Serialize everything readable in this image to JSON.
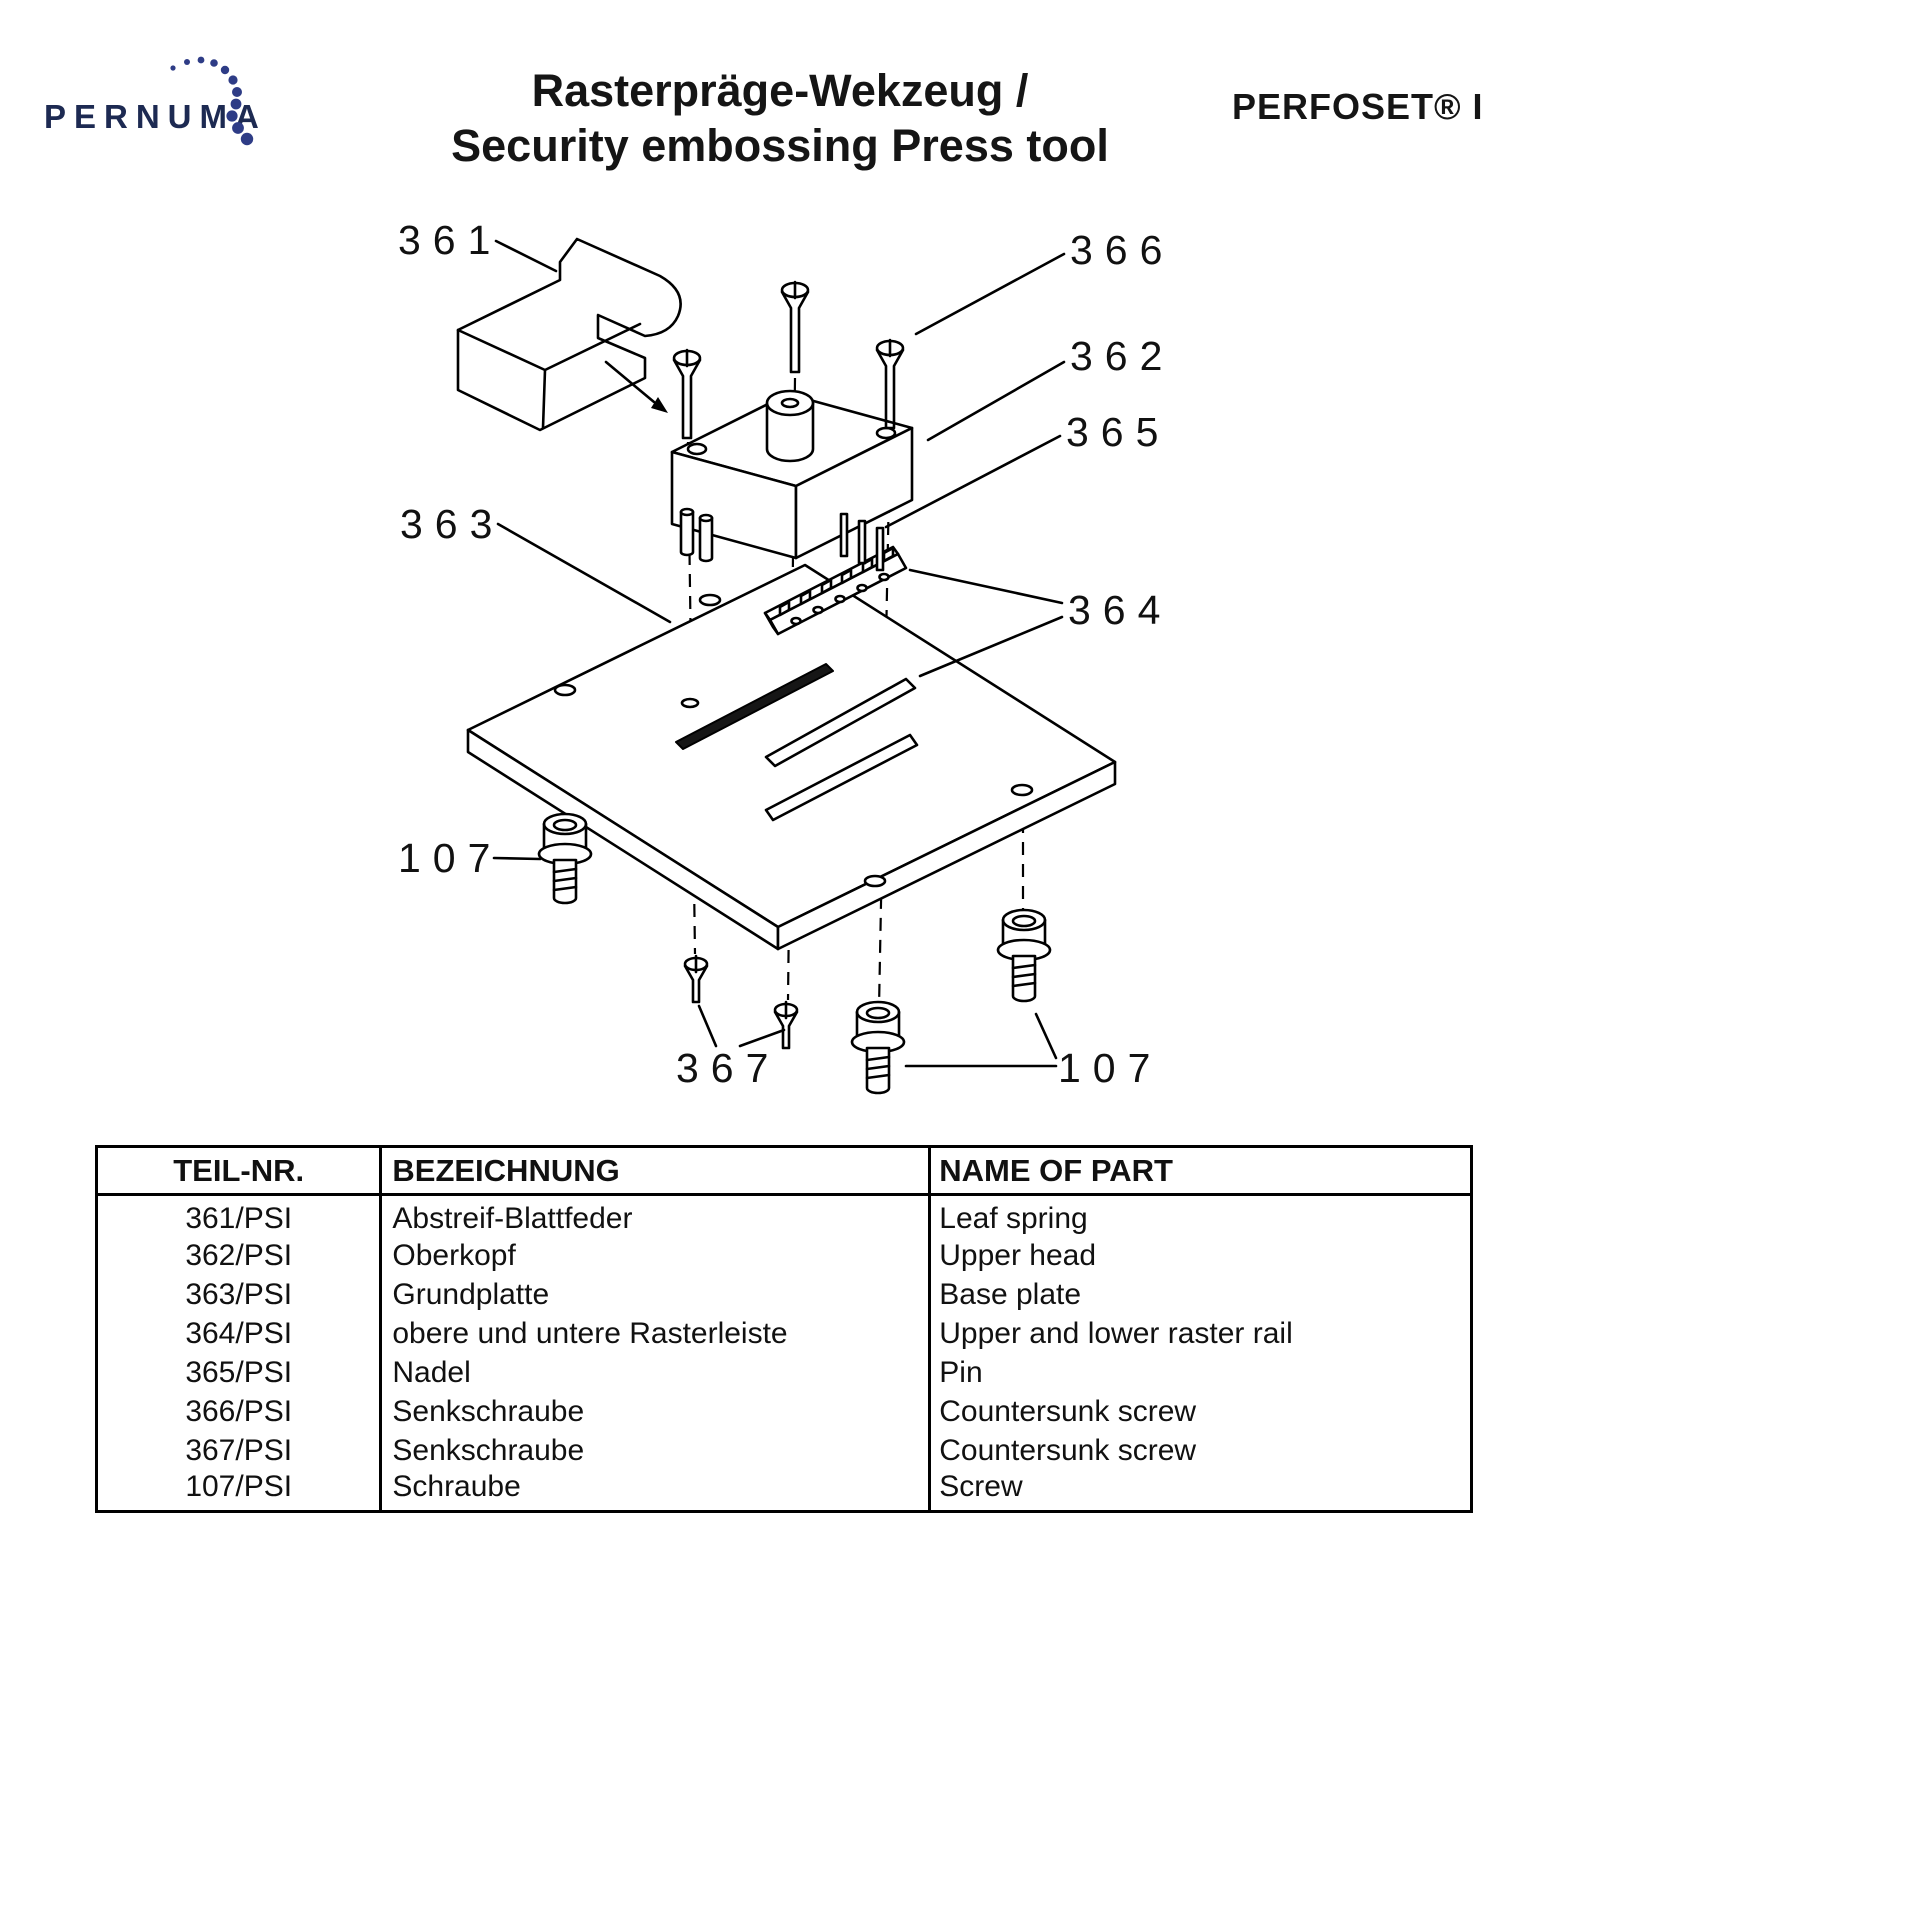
{
  "header": {
    "logo_text": "PERNUMA",
    "logo_text_color": "#1d2a52",
    "logo_dot_color": "#2e3c86",
    "title_line1": "Rasterpräge-Wekzeug /",
    "title_line2": "Security embossing Press tool",
    "product_name": "PERFOSET® I"
  },
  "diagram": {
    "callouts": {
      "leaf_spring": "361",
      "screw_top": "366",
      "upper_head": "362",
      "pin": "365",
      "base_plate": "363",
      "raster_rail": "364",
      "screw_bottom_left": "107",
      "screw_bottom_middle": "367",
      "screw_bottom_right": "107"
    }
  },
  "table": {
    "headers": [
      "TEIL-NR.",
      "BEZEICHNUNG",
      "NAME OF PART"
    ],
    "rows": [
      [
        "361/PSI",
        "Abstreif-Blattfeder",
        "Leaf spring"
      ],
      [
        "362/PSI",
        "Oberkopf",
        "Upper head"
      ],
      [
        "363/PSI",
        "Grundplatte",
        "Base plate"
      ],
      [
        "364/PSI",
        "obere und untere Rasterleiste",
        "Upper and lower raster rail"
      ],
      [
        "365/PSI",
        "Nadel",
        "Pin"
      ],
      [
        "366/PSI",
        "Senkschraube",
        "Countersunk screw"
      ],
      [
        "367/PSI",
        "Senkschraube",
        "Countersunk screw"
      ],
      [
        "107/PSI",
        "Schraube",
        "Screw"
      ]
    ]
  }
}
